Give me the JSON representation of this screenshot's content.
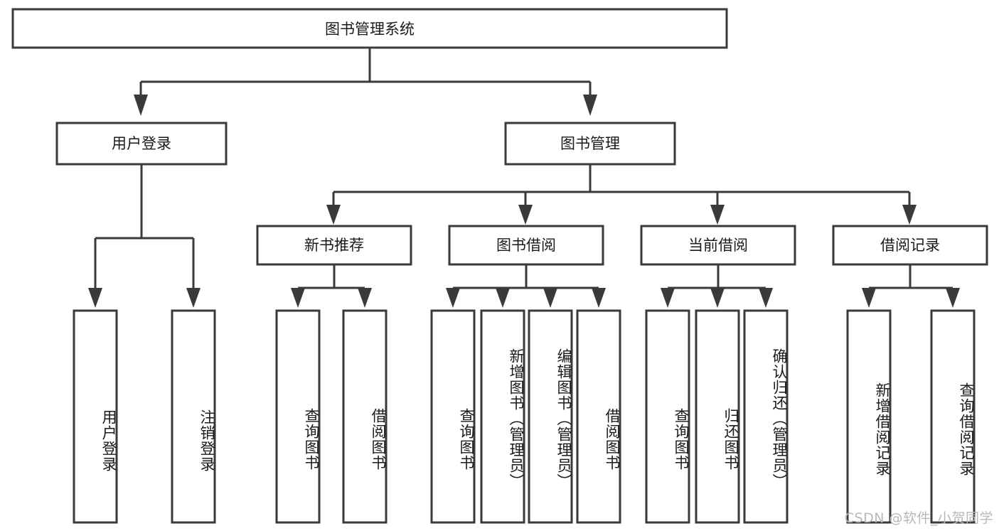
{
  "diagram": {
    "title": "图书管理系统",
    "type": "tree-hierarchy-diagram",
    "colors": {
      "stroke": "#3a3a3a",
      "fill": "#ffffff",
      "text": "#1a1a1a",
      "watermark": "#b8b8b8",
      "background": "#ffffff"
    }
  },
  "root": {
    "label": "图书管理系统"
  },
  "level1": [
    {
      "label": "用户登录"
    },
    {
      "label": "图书管理"
    }
  ],
  "level2": [
    {
      "label": "新书推荐"
    },
    {
      "label": "图书借阅"
    },
    {
      "label": "当前借阅"
    },
    {
      "label": "借阅记录"
    }
  ],
  "leaves": {
    "user_login": [
      {
        "label": "用户登录"
      },
      {
        "label": "注销登录"
      }
    ],
    "new_books": [
      {
        "label": "查询图书"
      },
      {
        "label": "借阅图书"
      }
    ],
    "borrow_books": [
      {
        "label": "查询图书"
      },
      {
        "label": "新增图书（管理员）"
      },
      {
        "label": "编辑图书（管理员）"
      },
      {
        "label": "借阅图书"
      }
    ],
    "current_borrow": [
      {
        "label": "查询图书"
      },
      {
        "label": "归还图书"
      },
      {
        "label": "确认归还（管理员）"
      }
    ],
    "borrow_records": [
      {
        "label": "新增借阅记录"
      },
      {
        "label": "查询借阅记录"
      }
    ]
  },
  "watermark": {
    "text": "CSDN @软件_小贺同学"
  }
}
